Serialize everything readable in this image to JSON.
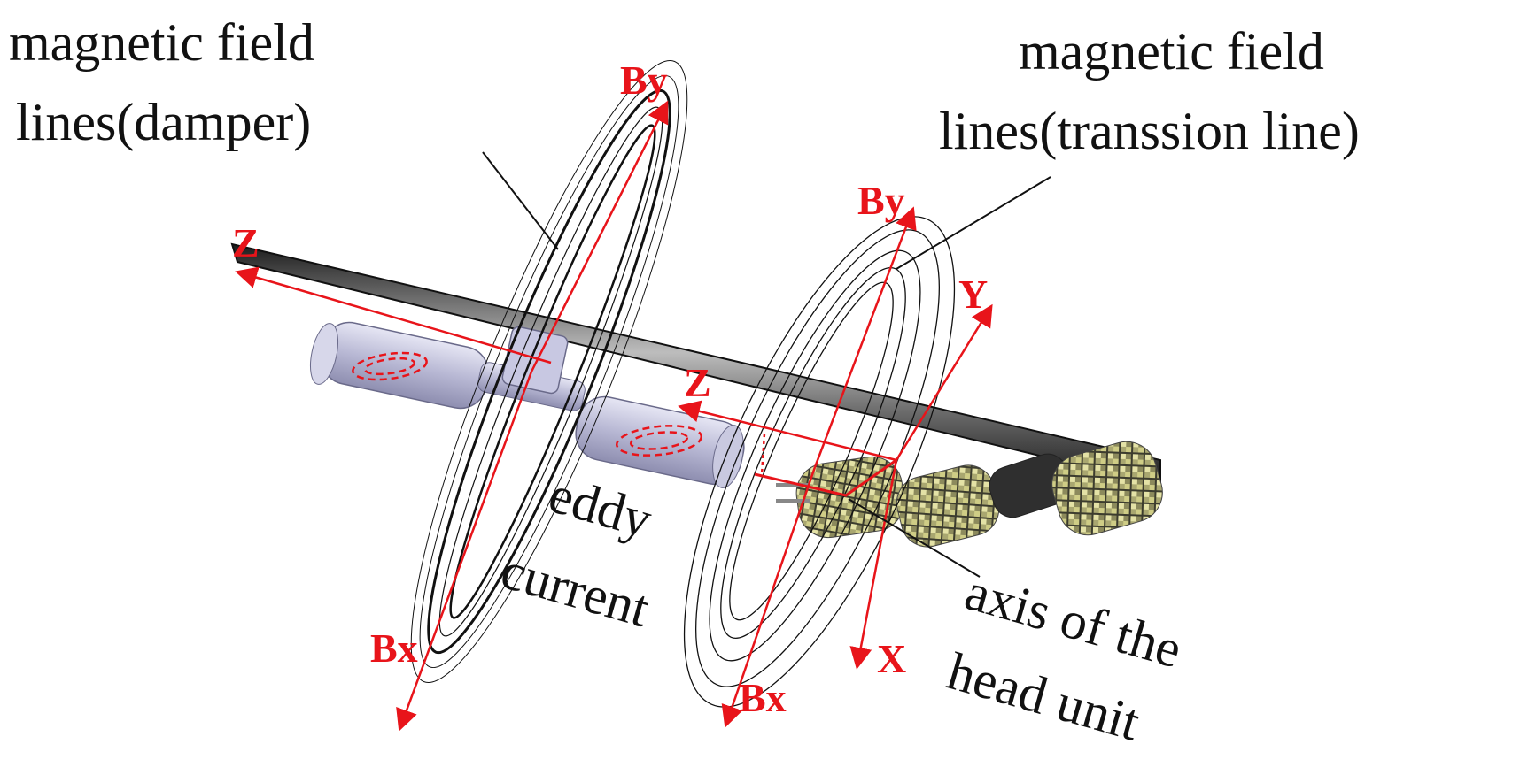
{
  "figure": {
    "labels": {
      "damper_field_line1": "magnetic field",
      "damper_field_line2": "lines(damper)",
      "line_field_line1": "magnetic field",
      "line_field_line2": "lines(transsion line)",
      "eddy_line1": "eddy",
      "eddy_line2": "current",
      "axis_line1": "axis of the",
      "axis_line2": "head unit"
    },
    "axes": {
      "z_left": "Z",
      "by_left": "By",
      "bx_left": "Bx",
      "by_right": "By",
      "z_mid": "Z",
      "y_right": "Y",
      "x_right": "X",
      "bx_right": "Bx"
    },
    "colors": {
      "axis_red": "#e8141a",
      "text": "#111111",
      "damper_body": "#b9b9d6",
      "conductor": "#3a3a3a",
      "robot_tile": "#c9c77a"
    }
  }
}
